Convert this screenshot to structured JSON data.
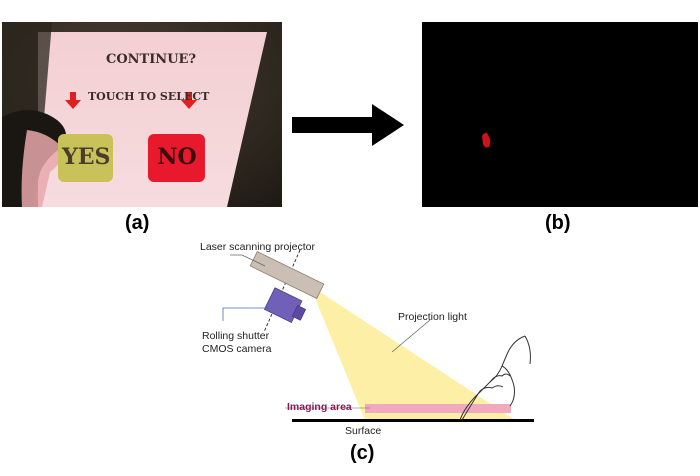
{
  "panel_a": {
    "caption": "(a)",
    "heading": "CONTINUE?",
    "prompt": "TOUCH TO SELECT",
    "yes_label": "YES",
    "no_label": "NO"
  },
  "panel_b": {
    "caption": "(b)"
  },
  "panel_c": {
    "caption": "(c)",
    "projector_label": "Laser scanning projector",
    "camera_label_line1": "Rolling shutter",
    "camera_label_line2": "CMOS camera",
    "light_label": "Projection light",
    "imaging_label": "Imaging area",
    "surface_label": "Surface"
  },
  "colors": {
    "arrow": "#000000",
    "projector_body": "#cbbfb3",
    "camera_body": "#7060b8",
    "projection_light": "#fdf0a6",
    "imaging_band": "#f1a9bf",
    "imaging_label": "#8a1a58",
    "no_button": "#e8192c",
    "yes_button": "#c9c25a",
    "touch_point": "#d0101a"
  },
  "icons": {
    "arrow": "right-arrow-icon",
    "selector_arrows": "down-arrow-icon",
    "hand": "pointing-hand-icon"
  }
}
